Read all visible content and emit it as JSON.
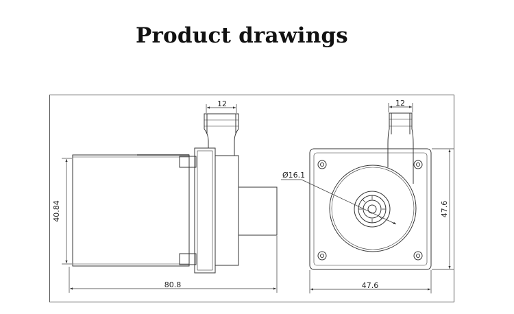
{
  "title": "Product drawings",
  "side_view": {
    "outlet_width": "12",
    "body_height": "40.84",
    "total_length": "80.8"
  },
  "front_view": {
    "outlet_width": "12",
    "inlet_diameter": "Ø16.1",
    "height": "47.6",
    "width": "47.6"
  }
}
